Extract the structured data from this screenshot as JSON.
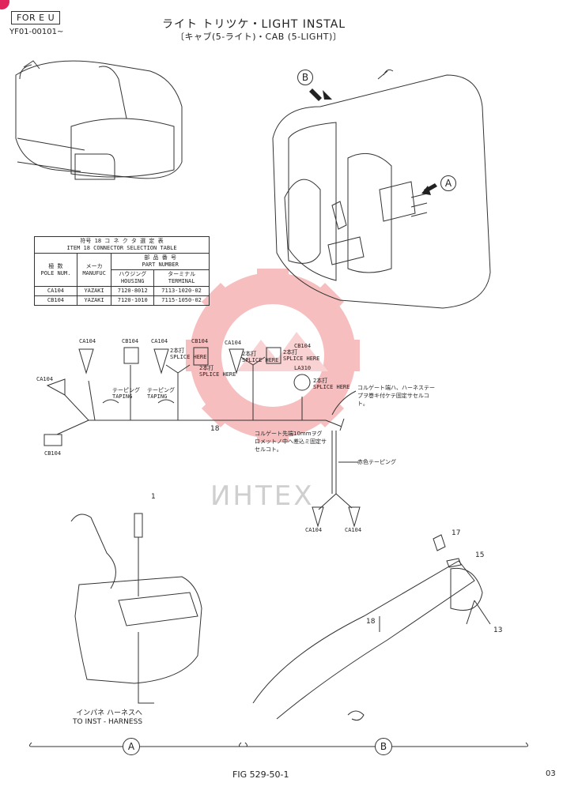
{
  "header": {
    "region_tag": "FOR E U",
    "serial": "YF01-00101~",
    "title_line1": "ライト トリツケ・LIGHT INSTAL",
    "title_line2": "〔キャブ(5-ライト)・CAB (5-LIGHT)〕"
  },
  "selection_table": {
    "title_jp": "符号 18 コ ネ ク タ 選 定 表",
    "title_en": "ITEM 18 CONNECTOR SELECTION TABLE",
    "col_pole": "極 数\nPOLE NUM.",
    "col_maker": "メーカ\nMANUFUC",
    "col_part": "部 品 番 号\nPART NUMBER",
    "col_housing": "ハウジング\nHOUSING",
    "col_terminal": "ターミナル\nTERMINAL",
    "rows": [
      {
        "pole": "CA104",
        "maker": "YAZAKI",
        "housing": "7120-8012",
        "terminal": "7113-1020-02"
      },
      {
        "pole": "CB104",
        "maker": "YAZAKI",
        "housing": "7120-1010",
        "terminal": "7115-1050-02"
      }
    ]
  },
  "harness": {
    "connectors_top": [
      "CA104",
      "CB104",
      "CA104",
      "CB104",
      "CA104",
      "CB104"
    ],
    "splice_jp": "2本打",
    "splice_en": "SPLICE HERE",
    "taping_jp": "テーピング",
    "taping_en": "TAPING",
    "left_top": "CA104",
    "left_bottom": "CB104",
    "lamp": "LA310",
    "item_number": "18",
    "note_corrugate_end": "コルゲート端ハ、ハーネステープヲ巻キ付ケテ固定サセルコト。",
    "note_grommet": "コルゲート先端10mmヲグロメットノ中へ差込ミ固定サセルコト。",
    "note_red_tape": "赤色テーピング",
    "bottom_left": "CA104",
    "bottom_right": "CA104"
  },
  "view_a": {
    "callout": "1",
    "note_jp": "インパネ ハーネスへ",
    "note_en": "TO INST - HARNESS",
    "label": "A"
  },
  "view_b": {
    "callouts": [
      "17",
      "15",
      "18",
      "13"
    ],
    "label": "B"
  },
  "cab_arrows": {
    "a": "A",
    "b": "B"
  },
  "footer": {
    "fig": "FIG 529-50-1",
    "page": "03"
  },
  "watermark": "ИНТЕХ",
  "colors": {
    "line": "#333333",
    "watermark": "#e85a5a",
    "accent": "#e0245e"
  }
}
